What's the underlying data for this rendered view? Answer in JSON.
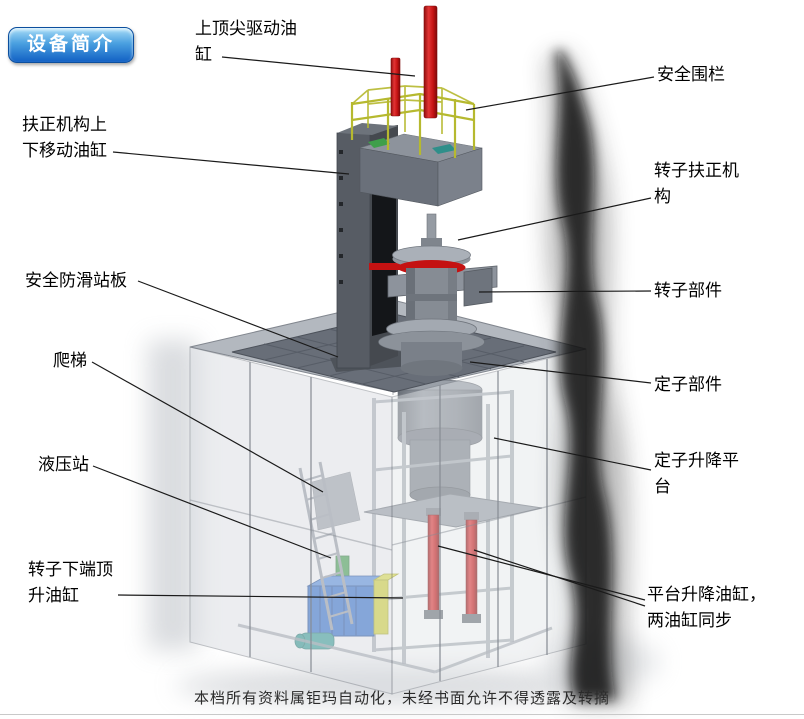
{
  "page": {
    "badge": "设备简介",
    "watermark": "本档所有资料属钜玛自动化，未经书面允许不得透露及转摘"
  },
  "colors": {
    "badge_top": "#a8ddf8",
    "badge_bottom": "#1160c4",
    "red_cylinder": "#c41212",
    "railing_yellow": "#b6b92f",
    "hydraulic_blue": "#2f6fd0",
    "tank_accent_yellow": "#d6d633",
    "platform_grey": "#686e78",
    "label_text": "#000000"
  },
  "callouts": [
    {
      "id": "top-spindle-cylinder",
      "text": "上顶尖驱动油缸"
    },
    {
      "id": "safety-fence",
      "text": "安全围栏"
    },
    {
      "id": "centering-lift-cylinder",
      "text": "扶正机构上下移动油缸"
    },
    {
      "id": "rotor-centering-mechanism",
      "text": "转子扶正机构"
    },
    {
      "id": "anti-slip-platform",
      "text": "安全防滑站板"
    },
    {
      "id": "rotor-component",
      "text": "转子部件"
    },
    {
      "id": "ladder",
      "text": "爬梯"
    },
    {
      "id": "stator-component",
      "text": "定子部件"
    },
    {
      "id": "hydraulic-station",
      "text": "液压站"
    },
    {
      "id": "stator-lift-platform",
      "text": "定子升降平台"
    },
    {
      "id": "rotor-bottom-jack-cylinder",
      "text": "转子下端顶升油缸"
    },
    {
      "id": "platform-lift-cylinders",
      "text": "平台升降油缸，两油缸同步"
    }
  ]
}
